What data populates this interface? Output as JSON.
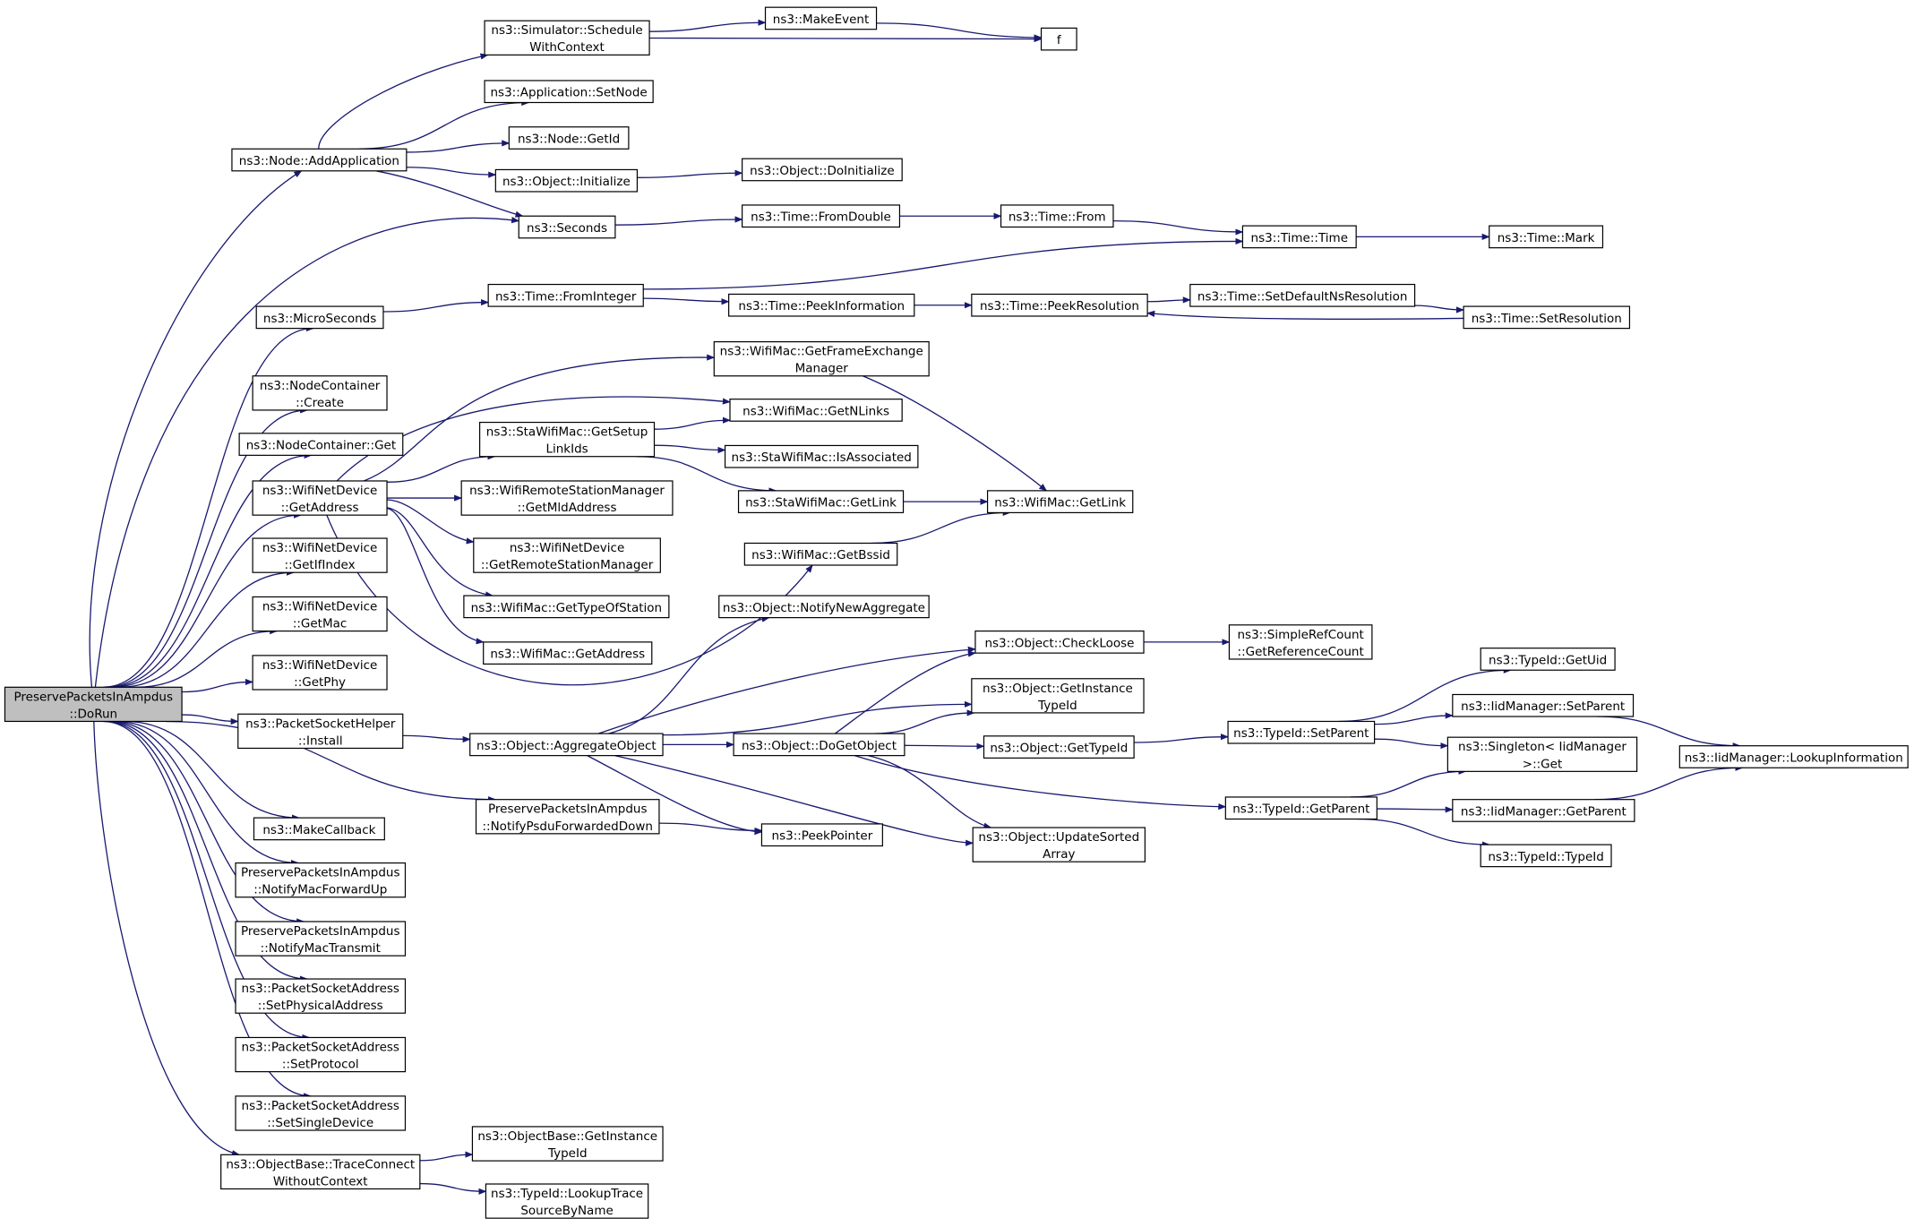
{
  "focus_node": "n_dorun",
  "edge_color": "#191970",
  "focus_fill": "#bfbfbf",
  "nodes": [
    {
      "id": "n_dorun",
      "lines": [
        "PreservePacketsInAmpdus",
        "::DoRun"
      ]
    },
    {
      "id": "n_addapp",
      "lines": [
        "ns3::Node::AddApplication"
      ]
    },
    {
      "id": "n_schedctx",
      "lines": [
        "ns3::Simulator::Schedule",
        "WithContext"
      ]
    },
    {
      "id": "n_makeevent",
      "lines": [
        "ns3::MakeEvent"
      ]
    },
    {
      "id": "n_f",
      "lines": [
        "f"
      ]
    },
    {
      "id": "n_appsetnode",
      "lines": [
        "ns3::Application::SetNode"
      ]
    },
    {
      "id": "n_nodegetid",
      "lines": [
        "ns3::Node::GetId"
      ]
    },
    {
      "id": "n_objinit",
      "lines": [
        "ns3::Object::Initialize"
      ]
    },
    {
      "id": "n_objdoinit",
      "lines": [
        "ns3::Object::DoInitialize"
      ]
    },
    {
      "id": "n_seconds",
      "lines": [
        "ns3::Seconds"
      ]
    },
    {
      "id": "n_fromdouble",
      "lines": [
        "ns3::Time::FromDouble"
      ]
    },
    {
      "id": "n_timefrom",
      "lines": [
        "ns3::Time::From"
      ]
    },
    {
      "id": "n_timetime",
      "lines": [
        "ns3::Time::Time"
      ]
    },
    {
      "id": "n_timemark",
      "lines": [
        "ns3::Time::Mark"
      ]
    },
    {
      "id": "n_microsec",
      "lines": [
        "ns3::MicroSeconds"
      ]
    },
    {
      "id": "n_frominteger",
      "lines": [
        "ns3::Time::FromInteger"
      ]
    },
    {
      "id": "n_peekinfo",
      "lines": [
        "ns3::Time::PeekInformation"
      ]
    },
    {
      "id": "n_peekres",
      "lines": [
        "ns3::Time::PeekResolution"
      ]
    },
    {
      "id": "n_setdefns",
      "lines": [
        "ns3::Time::SetDefaultNsResolution"
      ]
    },
    {
      "id": "n_setres",
      "lines": [
        "ns3::Time::SetResolution"
      ]
    },
    {
      "id": "n_nccreate",
      "lines": [
        "ns3::NodeContainer",
        "::Create"
      ]
    },
    {
      "id": "n_ncget",
      "lines": [
        "ns3::NodeContainer::Get"
      ]
    },
    {
      "id": "n_wndgetaddr",
      "lines": [
        "ns3::WifiNetDevice",
        "::GetAddress"
      ]
    },
    {
      "id": "n_getfem",
      "lines": [
        "ns3::WifiMac::GetFrameExchange",
        "Manager"
      ]
    },
    {
      "id": "n_getnlinks",
      "lines": [
        "ns3::WifiMac::GetNLinks"
      ]
    },
    {
      "id": "n_stasetup",
      "lines": [
        "ns3::StaWifiMac::GetSetup",
        "LinkIds"
      ]
    },
    {
      "id": "n_isassoc",
      "lines": [
        "ns3::StaWifiMac::IsAssociated"
      ]
    },
    {
      "id": "n_stagetlink",
      "lines": [
        "ns3::StaWifiMac::GetLink"
      ]
    },
    {
      "id": "n_wmgetlink",
      "lines": [
        "ns3::WifiMac::GetLink"
      ]
    },
    {
      "id": "n_getmld",
      "lines": [
        "ns3::WifiRemoteStationManager",
        "::GetMldAddress"
      ]
    },
    {
      "id": "n_getrsm",
      "lines": [
        "ns3::WifiNetDevice",
        "::GetRemoteStationManager"
      ]
    },
    {
      "id": "n_gettypeofsta",
      "lines": [
        "ns3::WifiMac::GetTypeOfStation"
      ]
    },
    {
      "id": "n_wmgetaddr",
      "lines": [
        "ns3::WifiMac::GetAddress"
      ]
    },
    {
      "id": "n_getbssid",
      "lines": [
        "ns3::WifiMac::GetBssid"
      ]
    },
    {
      "id": "n_getifindex",
      "lines": [
        "ns3::WifiNetDevice",
        "::GetIfIndex"
      ]
    },
    {
      "id": "n_getmac",
      "lines": [
        "ns3::WifiNetDevice",
        "::GetMac"
      ]
    },
    {
      "id": "n_getphy",
      "lines": [
        "ns3::WifiNetDevice",
        "::GetPhy"
      ]
    },
    {
      "id": "n_notifynewagg",
      "lines": [
        "ns3::Object::NotifyNewAggregate"
      ]
    },
    {
      "id": "n_checkloose",
      "lines": [
        "ns3::Object::CheckLoose"
      ]
    },
    {
      "id": "n_getrefcount",
      "lines": [
        "ns3::SimpleRefCount",
        "::GetReferenceCount"
      ]
    },
    {
      "id": "n_getinsttid",
      "lines": [
        "ns3::Object::GetInstance",
        "TypeId"
      ]
    },
    {
      "id": "n_psinstall",
      "lines": [
        "ns3::PacketSocketHelper",
        "::Install"
      ]
    },
    {
      "id": "n_aggobj",
      "lines": [
        "ns3::Object::AggregateObject"
      ]
    },
    {
      "id": "n_dogetobj",
      "lines": [
        "ns3::Object::DoGetObject"
      ]
    },
    {
      "id": "n_objgettid",
      "lines": [
        "ns3::Object::GetTypeId"
      ]
    },
    {
      "id": "n_tidsetparent",
      "lines": [
        "ns3::TypeId::SetParent"
      ]
    },
    {
      "id": "n_tidgetuid",
      "lines": [
        "ns3::TypeId::GetUid"
      ]
    },
    {
      "id": "n_iidsetparent",
      "lines": [
        "ns3::IidManager::SetParent"
      ]
    },
    {
      "id": "n_singleton",
      "lines": [
        "ns3::Singleton< IidManager",
        " >::Get"
      ]
    },
    {
      "id": "n_lookupinfo",
      "lines": [
        "ns3::IidManager::LookupInformation"
      ]
    },
    {
      "id": "n_tidgetparent",
      "lines": [
        "ns3::TypeId::GetParent"
      ]
    },
    {
      "id": "n_iidgetparent",
      "lines": [
        "ns3::IidManager::GetParent"
      ]
    },
    {
      "id": "n_tidtypeid",
      "lines": [
        "ns3::TypeId::TypeId"
      ]
    },
    {
      "id": "n_updsorted",
      "lines": [
        "ns3::Object::UpdateSorted",
        "Array"
      ]
    },
    {
      "id": "n_makecb",
      "lines": [
        "ns3::MakeCallback"
      ]
    },
    {
      "id": "n_notifypsdu",
      "lines": [
        "PreservePacketsInAmpdus",
        "::NotifyPsduForwardedDown"
      ]
    },
    {
      "id": "n_peekptr",
      "lines": [
        "ns3::PeekPointer"
      ]
    },
    {
      "id": "n_notifymacfwd",
      "lines": [
        "PreservePacketsInAmpdus",
        "::NotifyMacForwardUp"
      ]
    },
    {
      "id": "n_notifymactx",
      "lines": [
        "PreservePacketsInAmpdus",
        "::NotifyMacTransmit"
      ]
    },
    {
      "id": "n_setphysaddr",
      "lines": [
        "ns3::PacketSocketAddress",
        "::SetPhysicalAddress"
      ]
    },
    {
      "id": "n_setproto",
      "lines": [
        "ns3::PacketSocketAddress",
        "::SetProtocol"
      ]
    },
    {
      "id": "n_setsingle",
      "lines": [
        "ns3::PacketSocketAddress",
        "::SetSingleDevice"
      ]
    },
    {
      "id": "n_traceconn",
      "lines": [
        "ns3::ObjectBase::TraceConnect",
        "WithoutContext"
      ]
    },
    {
      "id": "n_obgetinst",
      "lines": [
        "ns3::ObjectBase::GetInstance",
        "TypeId"
      ]
    },
    {
      "id": "n_lookuptrace",
      "lines": [
        "ns3::TypeId::LookupTrace",
        "SourceByName"
      ]
    }
  ],
  "edges": [
    {
      "from": "n_dorun",
      "to": "n_addapp"
    },
    {
      "from": "n_dorun",
      "to": "n_seconds"
    },
    {
      "from": "n_dorun",
      "to": "n_microsec"
    },
    {
      "from": "n_dorun",
      "to": "n_nccreate"
    },
    {
      "from": "n_dorun",
      "to": "n_ncget"
    },
    {
      "from": "n_dorun",
      "to": "n_wndgetaddr"
    },
    {
      "from": "n_dorun",
      "to": "n_getifindex"
    },
    {
      "from": "n_dorun",
      "to": "n_getmac"
    },
    {
      "from": "n_dorun",
      "to": "n_getphy"
    },
    {
      "from": "n_dorun",
      "to": "n_psinstall"
    },
    {
      "from": "n_dorun",
      "to": "n_notifypsdu"
    },
    {
      "from": "n_dorun",
      "to": "n_makecb"
    },
    {
      "from": "n_dorun",
      "to": "n_notifymacfwd"
    },
    {
      "from": "n_dorun",
      "to": "n_notifymactx"
    },
    {
      "from": "n_dorun",
      "to": "n_setphysaddr"
    },
    {
      "from": "n_dorun",
      "to": "n_setproto"
    },
    {
      "from": "n_dorun",
      "to": "n_setsingle"
    },
    {
      "from": "n_dorun",
      "to": "n_traceconn"
    },
    {
      "from": "n_addapp",
      "to": "n_schedctx"
    },
    {
      "from": "n_addapp",
      "to": "n_appsetnode"
    },
    {
      "from": "n_addapp",
      "to": "n_nodegetid"
    },
    {
      "from": "n_addapp",
      "to": "n_objinit"
    },
    {
      "from": "n_addapp",
      "to": "n_seconds"
    },
    {
      "from": "n_schedctx",
      "to": "n_makeevent"
    },
    {
      "from": "n_schedctx",
      "to": "n_f"
    },
    {
      "from": "n_makeevent",
      "to": "n_f"
    },
    {
      "from": "n_objinit",
      "to": "n_objdoinit"
    },
    {
      "from": "n_seconds",
      "to": "n_fromdouble"
    },
    {
      "from": "n_fromdouble",
      "to": "n_timefrom"
    },
    {
      "from": "n_timefrom",
      "to": "n_timetime"
    },
    {
      "from": "n_timetime",
      "to": "n_timemark"
    },
    {
      "from": "n_microsec",
      "to": "n_frominteger"
    },
    {
      "from": "n_frominteger",
      "to": "n_timetime"
    },
    {
      "from": "n_frominteger",
      "to": "n_peekinfo"
    },
    {
      "from": "n_peekinfo",
      "to": "n_peekres"
    },
    {
      "from": "n_peekres",
      "to": "n_setdefns"
    },
    {
      "from": "n_setdefns",
      "to": "n_setres"
    },
    {
      "from": "n_setres",
      "to": "n_peekres"
    },
    {
      "from": "n_wndgetaddr",
      "to": "n_getfem"
    },
    {
      "from": "n_wndgetaddr",
      "to": "n_getnlinks"
    },
    {
      "from": "n_wndgetaddr",
      "to": "n_stasetup"
    },
    {
      "from": "n_wndgetaddr",
      "to": "n_getmld"
    },
    {
      "from": "n_wndgetaddr",
      "to": "n_getrsm"
    },
    {
      "from": "n_wndgetaddr",
      "to": "n_gettypeofsta"
    },
    {
      "from": "n_wndgetaddr",
      "to": "n_wmgetaddr"
    },
    {
      "from": "n_wndgetaddr",
      "to": "n_getbssid"
    },
    {
      "from": "n_stasetup",
      "to": "n_getnlinks"
    },
    {
      "from": "n_stasetup",
      "to": "n_isassoc"
    },
    {
      "from": "n_stasetup",
      "to": "n_stagetlink"
    },
    {
      "from": "n_stagetlink",
      "to": "n_wmgetlink"
    },
    {
      "from": "n_getfem",
      "to": "n_wmgetlink"
    },
    {
      "from": "n_getbssid",
      "to": "n_wmgetlink"
    },
    {
      "from": "n_psinstall",
      "to": "n_aggobj"
    },
    {
      "from": "n_aggobj",
      "to": "n_notifynewagg"
    },
    {
      "from": "n_aggobj",
      "to": "n_checkloose"
    },
    {
      "from": "n_aggobj",
      "to": "n_getinsttid"
    },
    {
      "from": "n_aggobj",
      "to": "n_dogetobj"
    },
    {
      "from": "n_aggobj",
      "to": "n_updsorted"
    },
    {
      "from": "n_aggobj",
      "to": "n_peekptr"
    },
    {
      "from": "n_checkloose",
      "to": "n_getrefcount"
    },
    {
      "from": "n_dogetobj",
      "to": "n_checkloose"
    },
    {
      "from": "n_dogetobj",
      "to": "n_getinsttid"
    },
    {
      "from": "n_dogetobj",
      "to": "n_objgettid"
    },
    {
      "from": "n_dogetobj",
      "to": "n_tidgetparent"
    },
    {
      "from": "n_dogetobj",
      "to": "n_updsorted"
    },
    {
      "from": "n_objgettid",
      "to": "n_tidsetparent"
    },
    {
      "from": "n_tidsetparent",
      "to": "n_tidgetuid"
    },
    {
      "from": "n_tidsetparent",
      "to": "n_iidsetparent"
    },
    {
      "from": "n_tidsetparent",
      "to": "n_singleton"
    },
    {
      "from": "n_iidsetparent",
      "to": "n_lookupinfo"
    },
    {
      "from": "n_tidgetparent",
      "to": "n_singleton"
    },
    {
      "from": "n_tidgetparent",
      "to": "n_iidgetparent"
    },
    {
      "from": "n_tidgetparent",
      "to": "n_tidtypeid"
    },
    {
      "from": "n_iidgetparent",
      "to": "n_lookupinfo"
    },
    {
      "from": "n_notifypsdu",
      "to": "n_peekptr"
    },
    {
      "from": "n_traceconn",
      "to": "n_obgetinst"
    },
    {
      "from": "n_traceconn",
      "to": "n_lookuptrace"
    }
  ]
}
